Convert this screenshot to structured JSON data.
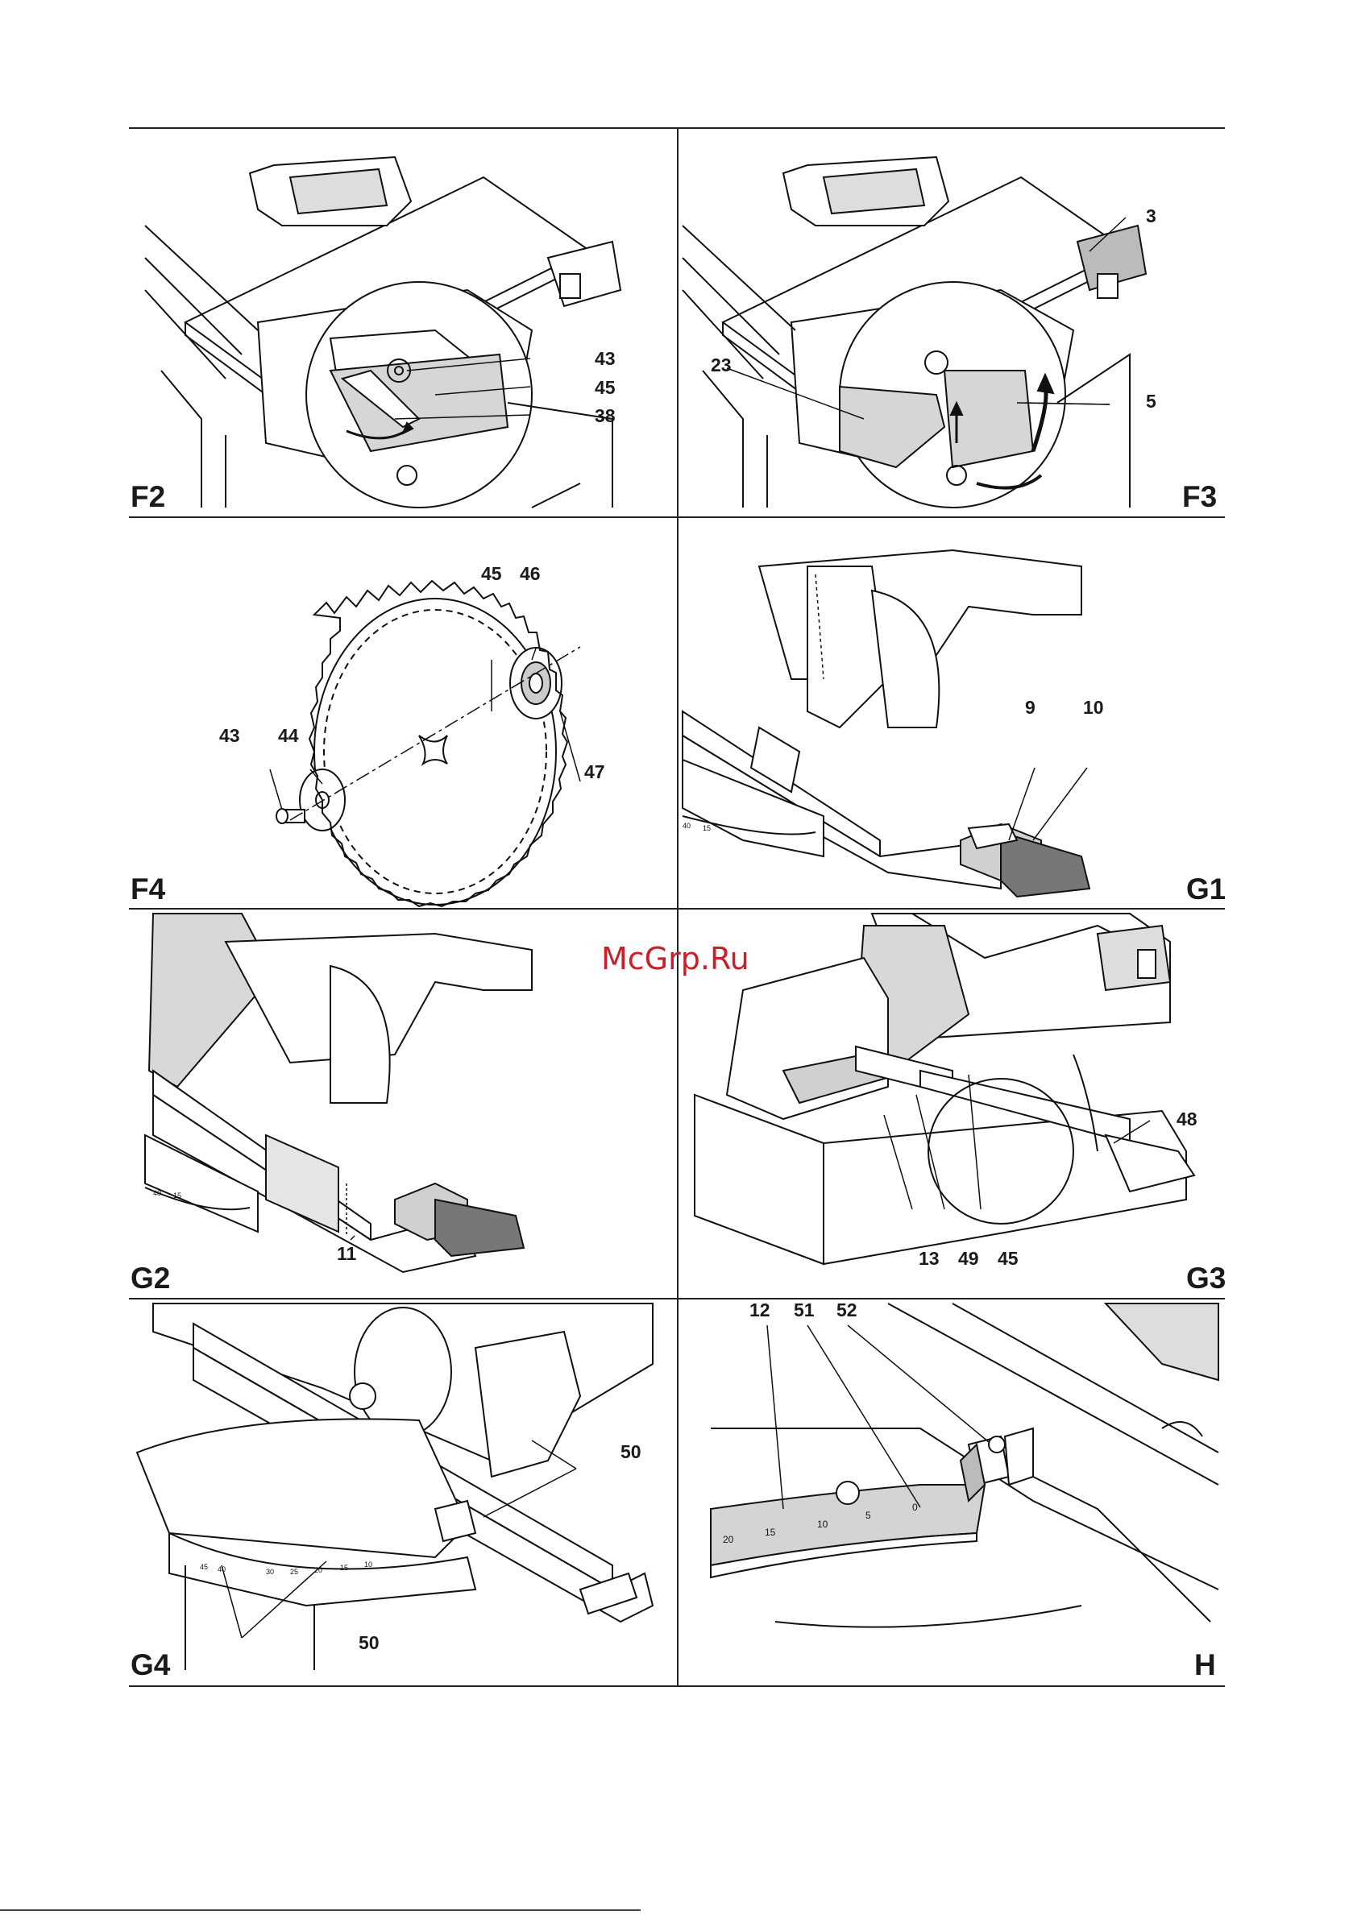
{
  "watermark": "McGrp.Ru",
  "panels": {
    "f2": {
      "label": "F2",
      "callouts": [
        "43",
        "45",
        "38"
      ]
    },
    "f3": {
      "label": "F3",
      "callouts": [
        "3",
        "23",
        "5"
      ]
    },
    "f4": {
      "label": "F4",
      "callouts": [
        "45",
        "46",
        "43",
        "44",
        "47"
      ]
    },
    "g1": {
      "label": "G1",
      "callouts": [
        "9",
        "10"
      ]
    },
    "g2": {
      "label": "G2",
      "callouts": [
        "11"
      ]
    },
    "g3": {
      "label": "G3",
      "callouts": [
        "48",
        "13",
        "49",
        "45"
      ]
    },
    "g4": {
      "label": "G4",
      "callouts": [
        "50",
        "50"
      ]
    },
    "h": {
      "label": "H",
      "callouts": [
        "12",
        "51",
        "52"
      ],
      "scale_marks": [
        "20",
        "15",
        "10",
        "5",
        "0"
      ]
    }
  }
}
